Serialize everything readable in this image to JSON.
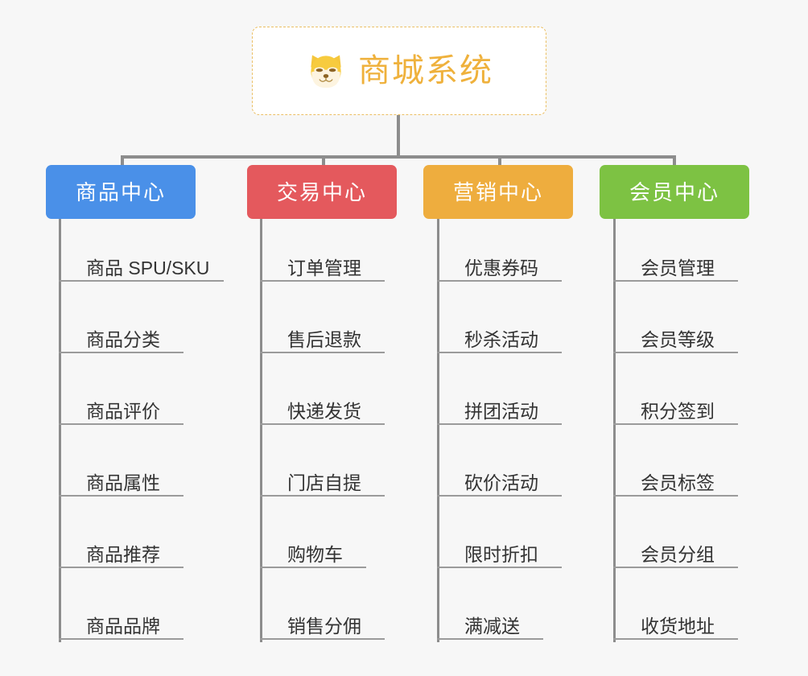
{
  "diagram": {
    "type": "org-chart",
    "background_color": "#f7f7f7",
    "connector_color": "#8d8d8d"
  },
  "root": {
    "title": "商城系统",
    "icon": "shiba-dog-icon",
    "text_color": "#efb13c",
    "border_color": "#ebbf63",
    "background_color": "#ffffff"
  },
  "categories": [
    {
      "label": "商品中心",
      "color": "#4a90e8",
      "items": [
        "商品 SPU/SKU",
        "商品分类",
        "商品评价",
        "商品属性",
        "商品推荐",
        "商品品牌"
      ]
    },
    {
      "label": "交易中心",
      "color": "#e4595d",
      "items": [
        "订单管理",
        "售后退款",
        "快递发货",
        "门店自提",
        "购物车",
        "销售分佣"
      ]
    },
    {
      "label": "营销中心",
      "color": "#eead3e",
      "items": [
        "优惠券码",
        "秒杀活动",
        "拼团活动",
        "砍价活动",
        "限时折扣",
        "满减送"
      ]
    },
    {
      "label": "会员中心",
      "color": "#7dc243",
      "items": [
        "会员管理",
        "会员等级",
        "积分签到",
        "会员标签",
        "会员分组",
        "收货地址"
      ]
    }
  ]
}
